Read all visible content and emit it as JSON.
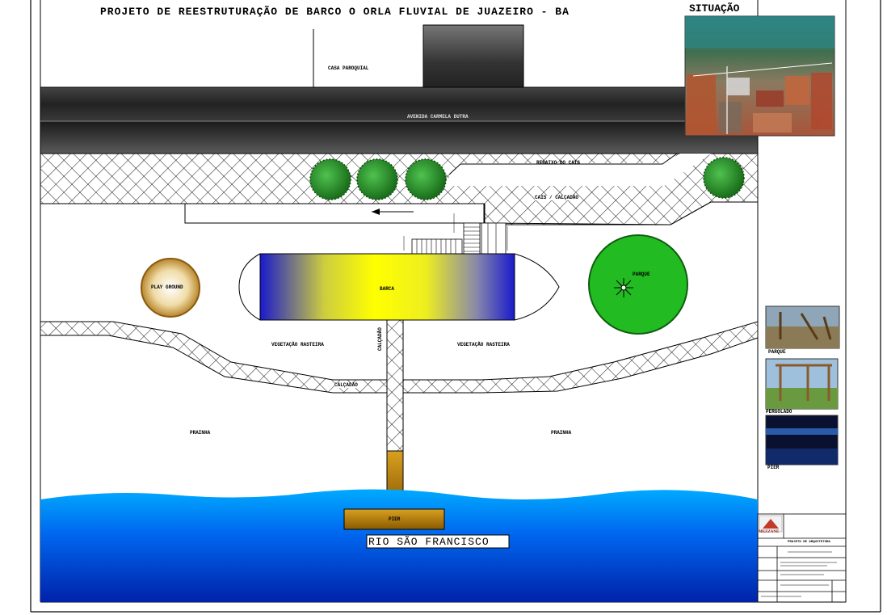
{
  "sheet": {
    "title": "PROJETO DE REESTRUTURAÇÃO DE BARCO O ORLA FLUVIAL DE JUAZEIRO - BA",
    "situation_label": "SITUAÇÃO"
  },
  "map_labels": {
    "casa_paroquial": "CASA PAROQUIAL",
    "avenida": "AVENIDA CARMELA DUTRA",
    "rebaixo": "REBAIXO DO CAIS",
    "cais": "CAIS / CALÇADÃO",
    "play_ground": "PLAY GROUND",
    "barca": "BARCA",
    "parque": "PARQUE",
    "vegetacao_left": "VEGETAÇÃO RASTEIRA",
    "vegetacao_right": "VEGETAÇÃO RASTEIRA",
    "calcadao_vertical": "CALÇADÃO",
    "calcadao": "CALÇADÃO",
    "prainha_left": "PRAINHA",
    "prainha_right": "PRAINHA",
    "pier": "PIER",
    "rio": "RIO SÃO FRANCISCO"
  },
  "side_photos": [
    {
      "caption": "PARQUE"
    },
    {
      "caption": "PERGOLADO"
    },
    {
      "caption": "PIER"
    }
  ],
  "title_block": {
    "logo_text": "MEZZANE",
    "heading": "PROJETO DE ARQUITETURA"
  },
  "colors": {
    "road_dark": "#2a2a2a",
    "river_blue": "#0055dd",
    "park_green": "#22bb22",
    "barca_yellow": "#ffff00",
    "barca_blue": "#1a1acc",
    "pier_brown": "#b07800"
  }
}
